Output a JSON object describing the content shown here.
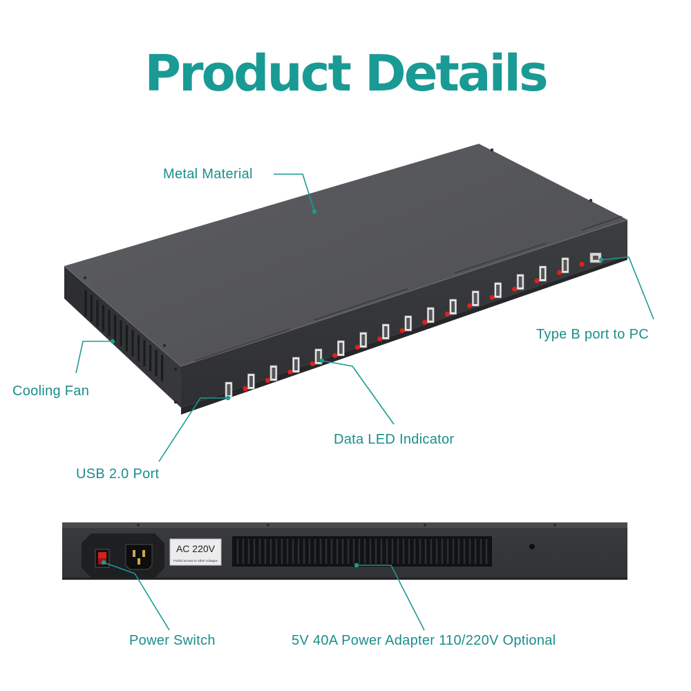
{
  "page": {
    "title": "Product Details",
    "accent_color": "#1a9a94"
  },
  "callouts": {
    "metal_material": "Metal Material",
    "type_b_port": "Type B port to PC",
    "cooling_fan": "Cooling Fan",
    "data_led": "Data LED Indicator",
    "usb_port": "USB 2.0 Port",
    "power_switch": "Power Switch",
    "power_adapter": "5V 40A Power Adapter 110/220V Optional"
  },
  "rear_panel": {
    "voltage_label": "AC 220V",
    "voltage_note": "Forbid access to other voltages"
  },
  "product": {
    "usb_port_count": 16,
    "chassis_color": "#4a4b4f",
    "led_color": "#e02020"
  }
}
